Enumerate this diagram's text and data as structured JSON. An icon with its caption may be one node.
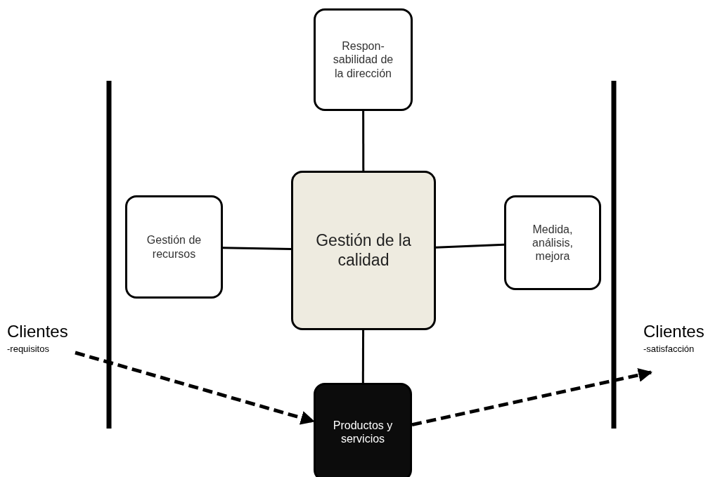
{
  "diagram": {
    "nodes": [
      {
        "text": [
          "Respon- sabilidad de la dirección"
        ]
      },
      {
        "text": [
          "Gestión de recursos"
        ]
      },
      {
        "text": [
          "Gestión de la calidad"
        ]
      },
      {
        "text": [
          "Medida, análisis, mejora"
        ]
      },
      {
        "text": [
          "Productos y servicios"
        ]
      }
    ],
    "edges": [
      {
        "from": 0,
        "to": 2,
        "arrow": "none"
      },
      {
        "from": 1,
        "to": 2,
        "arrow": "none"
      },
      {
        "from": 2,
        "to": 3,
        "arrow": "none"
      },
      {
        "from": 2,
        "to": 4,
        "arrow": "none"
      },
      {
        "from": null,
        "to": 4,
        "arrow": "to",
        "style": "dashed"
      },
      {
        "from": 4,
        "to": null,
        "arrow": "to",
        "style": "dashed"
      }
    ],
    "labels": [
      "Clientes",
      "-requisitos",
      "Clientes",
      "-satisfacción"
    ]
  }
}
